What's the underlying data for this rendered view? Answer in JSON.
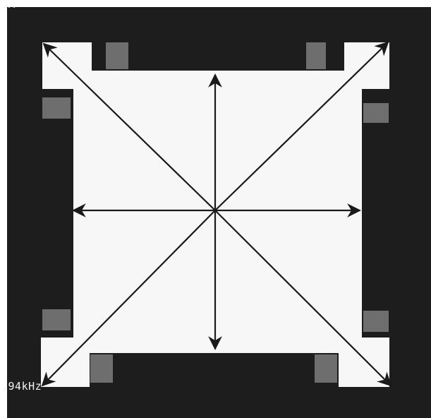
{
  "image": {
    "kind": "micrograph",
    "colors": {
      "dark_background": "#1d1d1d",
      "bright_field": "#f7f7f7",
      "arrow": "#1a1a1a",
      "pad_gray": "#6e6e6e",
      "label": "#f2f2f2"
    },
    "arrows": [
      {
        "name": "arrow-up",
        "direction": "up"
      },
      {
        "name": "arrow-down",
        "direction": "down"
      },
      {
        "name": "arrow-left",
        "direction": "left"
      },
      {
        "name": "arrow-right",
        "direction": "right"
      },
      {
        "name": "arrow-up-left",
        "direction": "up-left"
      },
      {
        "name": "arrow-up-right",
        "direction": "up-right"
      },
      {
        "name": "arrow-down-left",
        "direction": "down-left"
      },
      {
        "name": "arrow-down-right",
        "direction": "down-right"
      }
    ],
    "frequency_label": ",94kHz",
    "corner_label": "..."
  }
}
